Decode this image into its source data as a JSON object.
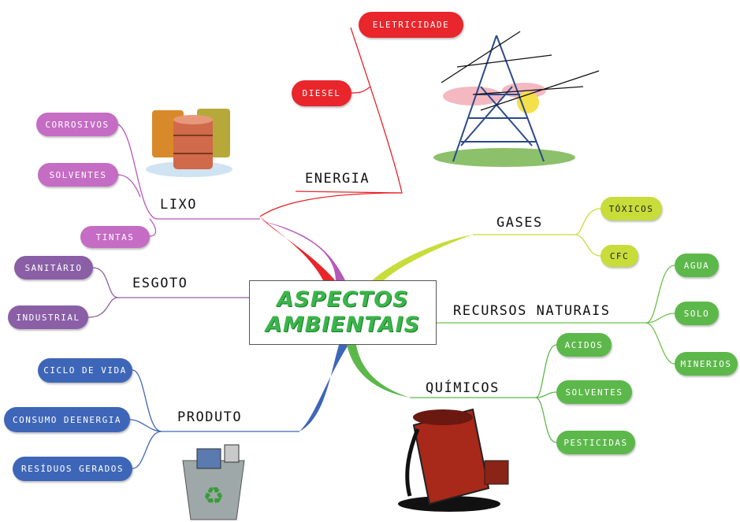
{
  "center": {
    "line1": "ASPECTOS",
    "line2": "AMBIENTAIS"
  },
  "branches": {
    "energia": {
      "label": "ENERGIA",
      "items": [
        "ELETRICIDADE",
        "DIESEL"
      ]
    },
    "lixo": {
      "label": "LIXO",
      "items": [
        "CORROSIVOS",
        "SOLVENTES",
        "TINTAS"
      ]
    },
    "esgoto": {
      "label": "ESGOTO",
      "items": [
        "SANITÁRIO",
        "INDUSTRIAL"
      ]
    },
    "produto": {
      "label": "PRODUTO",
      "items": [
        "CICLO DE VIDA",
        "CONSUMO DEENERGIA",
        "RESÍDUOS GERADOS"
      ]
    },
    "gases": {
      "label": "GASES",
      "items": [
        "TÓXICOS",
        "CFC"
      ]
    },
    "recursos": {
      "label": "RECURSOS NATURAIS",
      "items": [
        "AGUA",
        "SOLO",
        "MINERIOS"
      ]
    },
    "quimicos": {
      "label": "QUÍMICOS",
      "items": [
        "ACIDOS",
        "SOLVENTES",
        "PESTICIDAS"
      ]
    }
  },
  "colors": {
    "red": "#e8262b",
    "magenta": "#b559b9",
    "purple": "#8a5fa6",
    "blue": "#3e66b8",
    "yellow": "#c8dc3a",
    "green": "#5cb84a",
    "center_text": "#3bb54a"
  },
  "icons": [
    "barrels-icon",
    "power-tower-icon",
    "recycle-bin-icon",
    "toxic-barrel-icon"
  ]
}
